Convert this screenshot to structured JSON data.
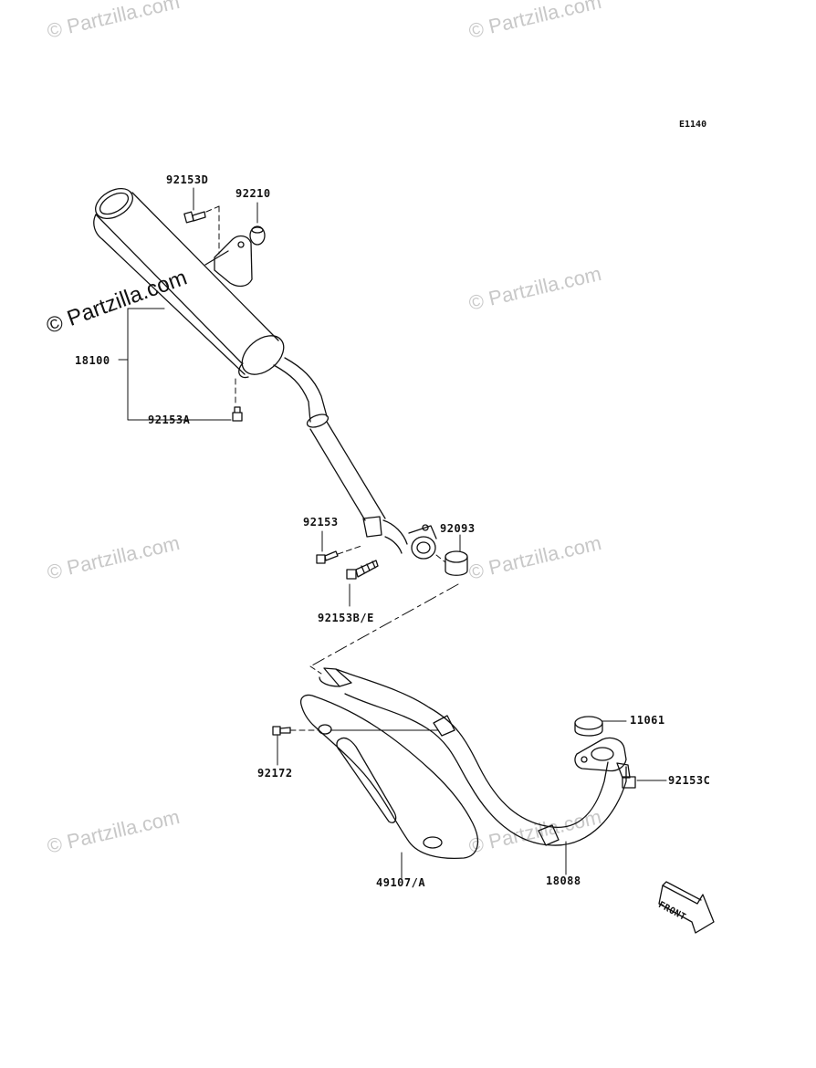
{
  "diagram_code": "E1140",
  "watermark_text": "© Partzilla.com",
  "parts": {
    "p92153D": "92153D",
    "p92210": "92210",
    "p18100": "18100",
    "p92153A": "92153A",
    "p92153": "92153",
    "p92093": "92093",
    "p92153BE": "92153B/E",
    "p11061": "11061",
    "p92153C": "92153C",
    "p92172": "92172",
    "p49107A": "49107/A",
    "p18088": "18088"
  },
  "front_label": "FRONT"
}
